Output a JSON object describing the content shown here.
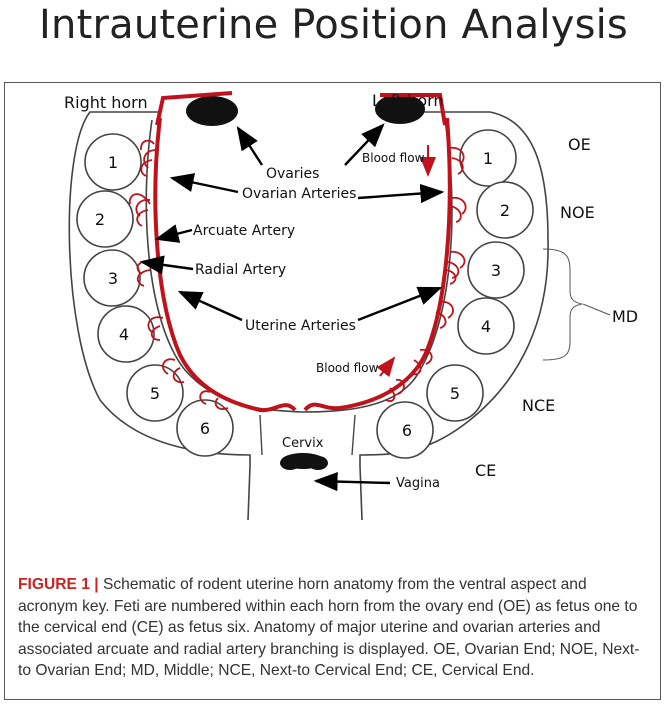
{
  "title": "Intrauterine Position Analysis",
  "horns": {
    "right": "Right horn",
    "left": "Left horn"
  },
  "labels": {
    "ovaries": "Ovaries",
    "ovarian_arteries": "Ovarian Arteries",
    "arcuate_artery": "Arcuate Artery",
    "radial_artery": "Radial Artery",
    "uterine_arteries": "Uterine Arteries",
    "blood_flow_top": "Blood flow",
    "blood_flow_bottom": "Blood flow",
    "cervix": "Cervix",
    "vagina": "Vagina"
  },
  "zones": {
    "oe": "OE",
    "noe": "NOE",
    "md": "MD",
    "nce": "NCE",
    "ce": "CE"
  },
  "fetus_numbers": {
    "right": [
      "1",
      "2",
      "3",
      "4",
      "5",
      "6"
    ],
    "left": [
      "1",
      "2",
      "3",
      "4",
      "5",
      "6"
    ]
  },
  "caption": {
    "label": "FIGURE 1 |",
    "text": " Schematic of rodent uterine horn anatomy from the ventral aspect and acronym key. Feti are numbered within each horn from the ovary end (OE) as fetus one to the cervical end (CE) as fetus six. Anatomy of major uterine and ovarian arteries and associated arcuate and radial artery branching is displayed. OE, Ovarian End; NOE, Next-to Ovarian End; MD, Middle; NCE, Next-to Cervical End; CE, Cervical End."
  },
  "colors": {
    "artery": "#c0121b",
    "outline": "#444444",
    "ovary": "#111111",
    "caption_label": "#cc2222"
  }
}
